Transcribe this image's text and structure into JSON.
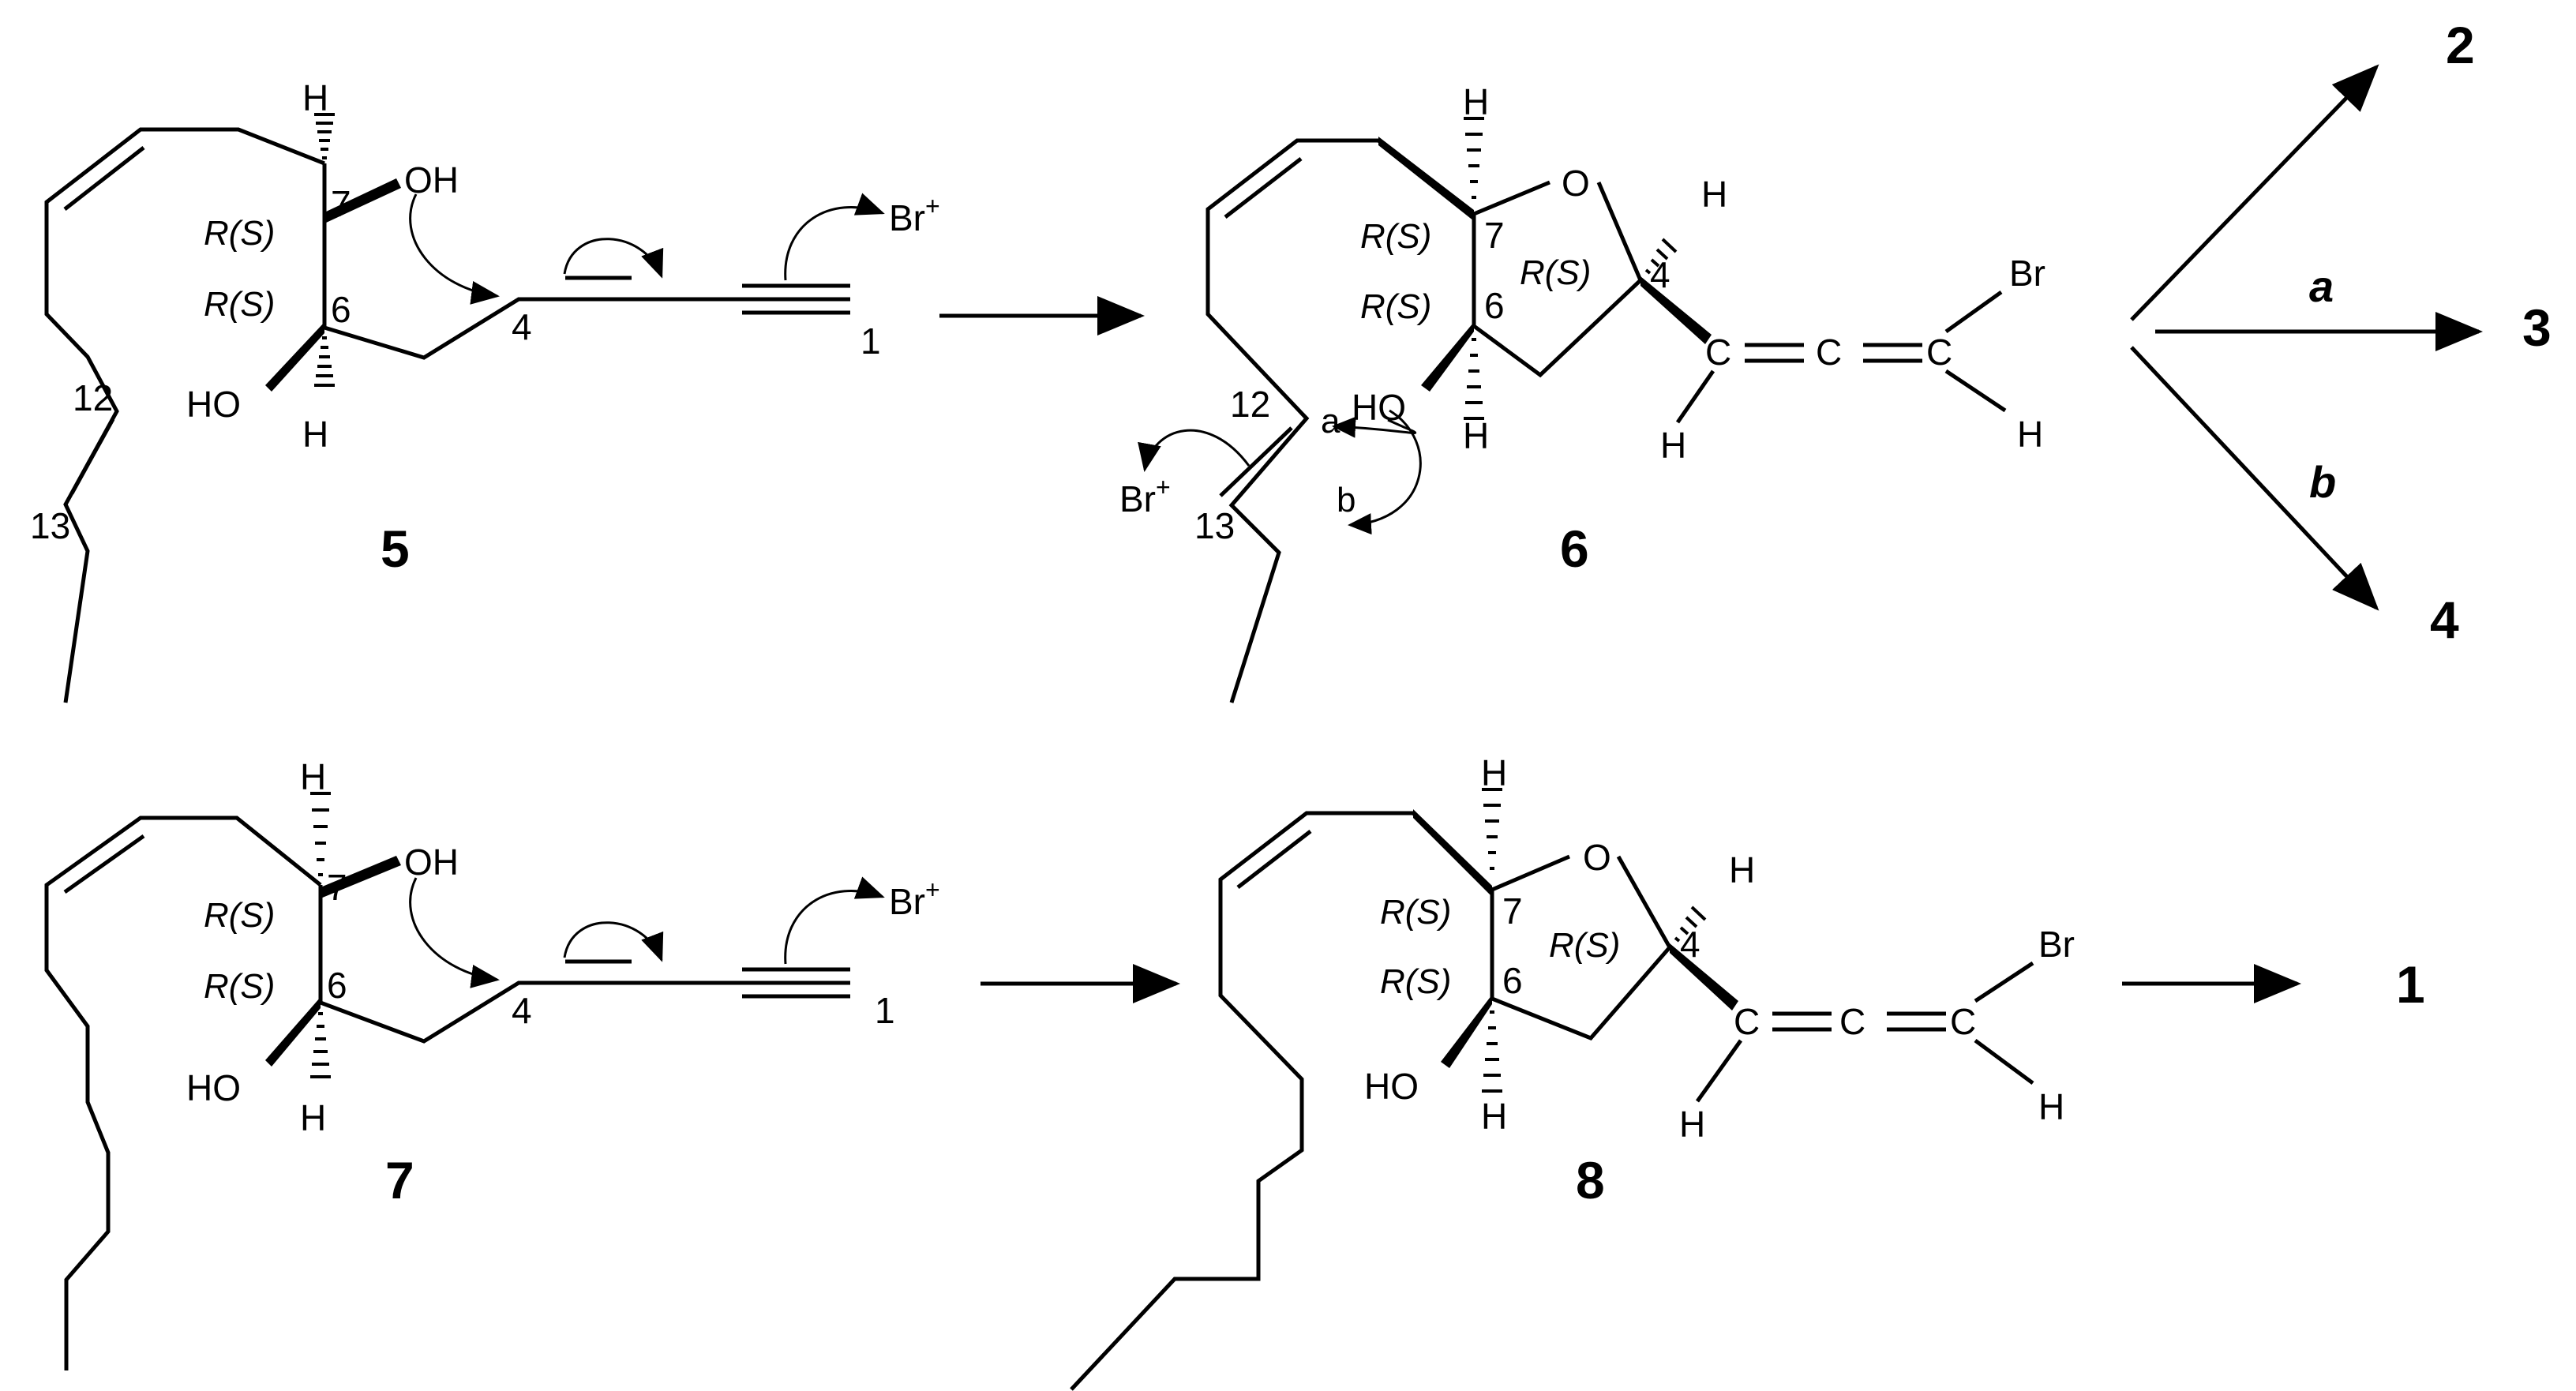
{
  "compounds": {
    "c5": "5",
    "c6": "6",
    "c7": "7",
    "c8": "8",
    "p1": "1",
    "p2": "2",
    "p3": "3",
    "p4": "4"
  },
  "atoms": {
    "oh": "OH",
    "ho": "HO",
    "h": "H",
    "o": "O",
    "c": "C",
    "br": "Br",
    "br_plus": "Br",
    "plus": "+"
  },
  "locants": {
    "n1": "1",
    "n4": "4",
    "n6": "6",
    "n7": "7",
    "n12": "12",
    "n13": "13"
  },
  "stereo": "R(S)",
  "pathways": {
    "a": "a",
    "b": "b"
  }
}
